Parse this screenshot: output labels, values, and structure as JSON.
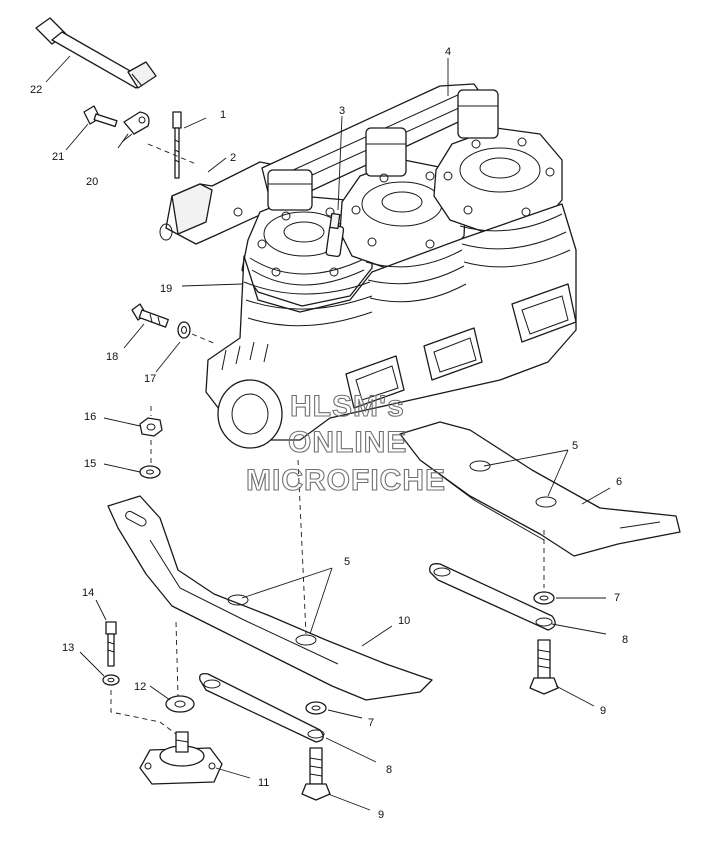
{
  "watermark": {
    "line1": "HLSM's",
    "line2": "ONLINE",
    "line3": "MICROFICHE"
  },
  "callouts": {
    "c1": "1",
    "c2": "2",
    "c3": "3",
    "c4": "4",
    "c5a": "5",
    "c5b": "5",
    "c6": "6",
    "c7a": "7",
    "c7b": "7",
    "c8a": "8",
    "c8b": "8",
    "c9a": "9",
    "c9b": "9",
    "c10": "10",
    "c11": "11",
    "c12": "12",
    "c13": "13",
    "c14": "14",
    "c15": "15",
    "c16": "16",
    "c17": "17",
    "c18": "18",
    "c19": "19",
    "c20": "20",
    "c21": "21",
    "c22": "22"
  }
}
